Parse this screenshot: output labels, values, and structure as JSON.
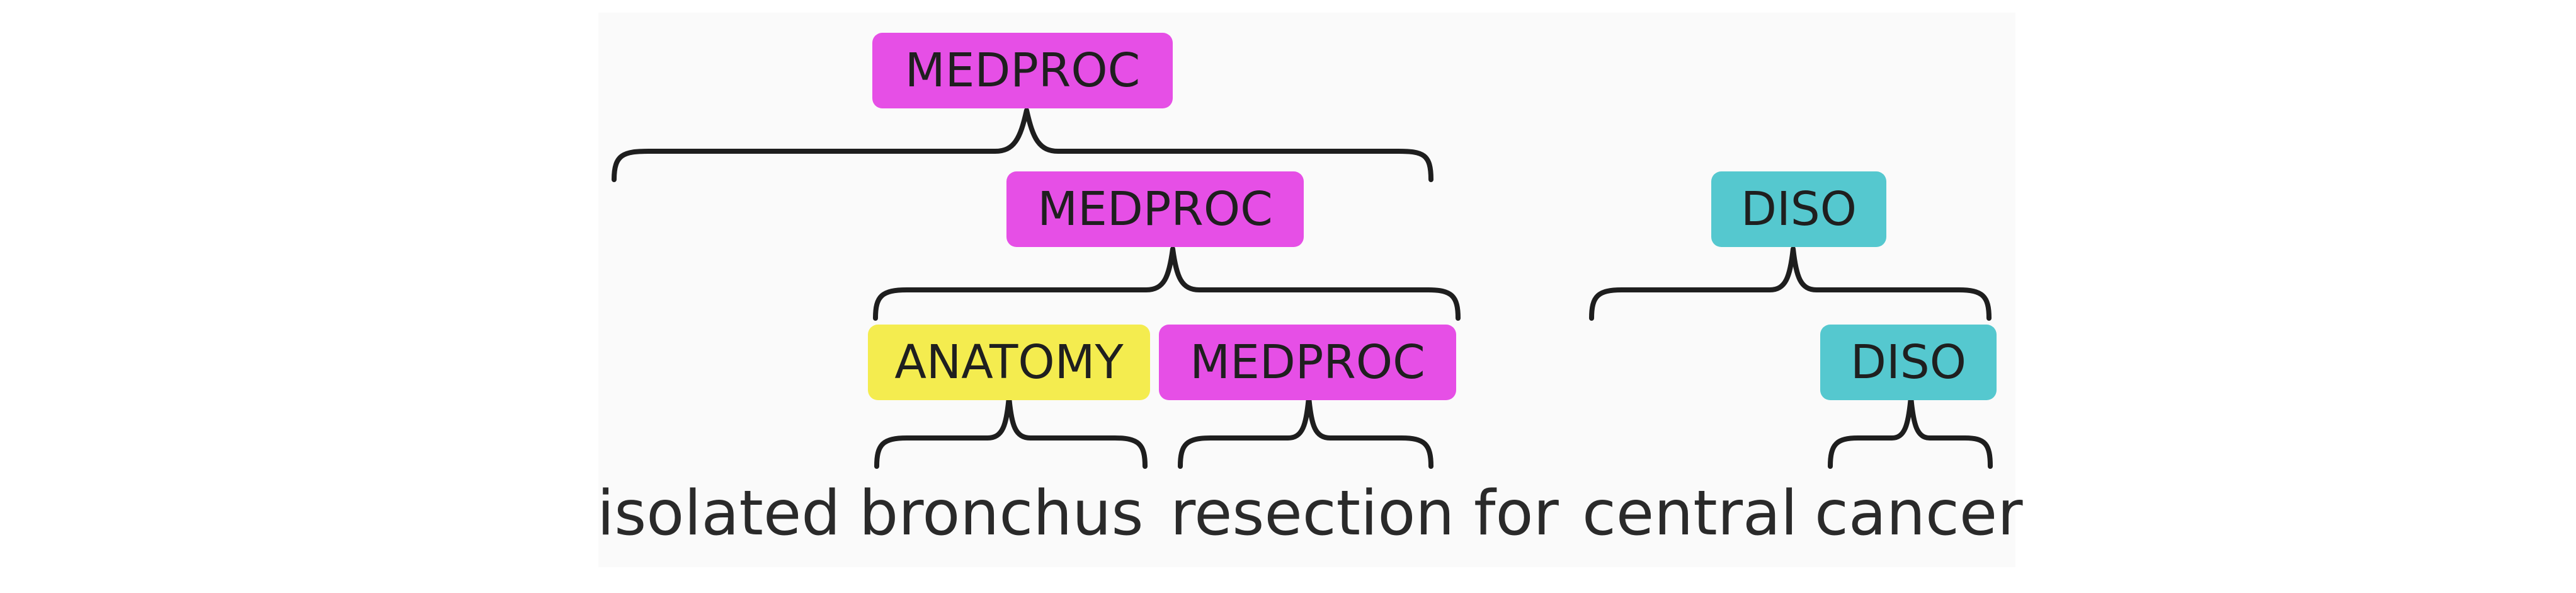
{
  "labels": {
    "medproc_top": "MEDPROC",
    "medproc_mid": "MEDPROC",
    "anatomy": "ANATOMY",
    "medproc_resection": "MEDPROC",
    "diso_phrase": "DISO",
    "diso_cancer": "DISO"
  },
  "tokens": [
    "isolated",
    "bronchus",
    "resection",
    "for",
    "central",
    "cancer"
  ],
  "colors": {
    "MEDPROC": "#e64fe6",
    "ANATOMY": "#f4ec4f",
    "DISO": "#55c8cf"
  }
}
